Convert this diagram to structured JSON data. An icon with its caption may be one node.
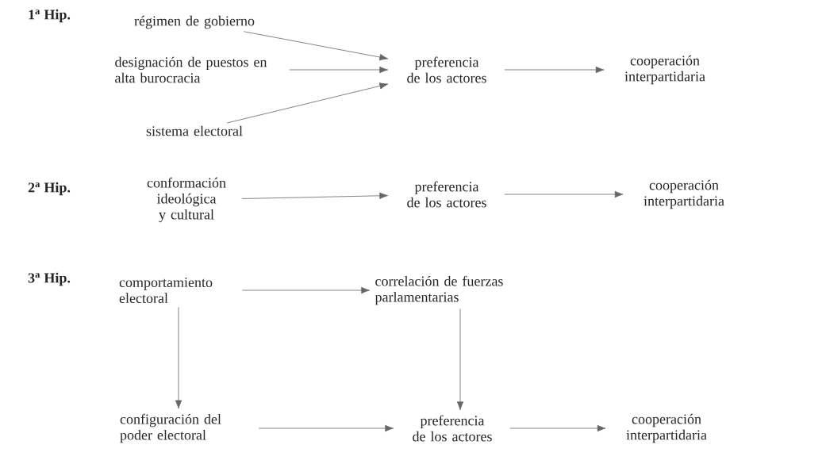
{
  "diagram": {
    "nodes": [
      {
        "text": [
          "régimen de gobierno"
        ]
      },
      {
        "text": [
          "designación de puestos en alta burocracia"
        ]
      },
      {
        "text": [
          "sistema electoral"
        ]
      },
      {
        "text": [
          "preferencia de los actores"
        ]
      },
      {
        "text": [
          "cooperación interpartidaria"
        ]
      },
      {
        "text": [
          "conformación ideológica y cultural"
        ]
      },
      {
        "text": [
          "preferencia de los actores"
        ]
      },
      {
        "text": [
          "cooperación interpartidaria"
        ]
      },
      {
        "text": [
          "comportamiento electoral"
        ]
      },
      {
        "text": [
          "correlación de fuerzas parlamentarias"
        ]
      },
      {
        "text": [
          "configuración del poder electoral"
        ]
      },
      {
        "text": [
          "preferencia de los actores"
        ]
      },
      {
        "text": [
          "cooperación interpartidaria"
        ]
      }
    ],
    "edges": [
      {
        "from": 0,
        "to": 3,
        "arrow": "to"
      },
      {
        "from": 1,
        "to": 3,
        "arrow": "to"
      },
      {
        "from": 2,
        "to": 3,
        "arrow": "to"
      },
      {
        "from": 3,
        "to": 4,
        "arrow": "to"
      },
      {
        "from": 5,
        "to": 6,
        "arrow": "to"
      },
      {
        "from": 6,
        "to": 7,
        "arrow": "to"
      },
      {
        "from": 8,
        "to": 9,
        "arrow": "to"
      },
      {
        "from": 8,
        "to": 10,
        "arrow": "to"
      },
      {
        "from": 9,
        "to": 11,
        "arrow": "to"
      },
      {
        "from": 10,
        "to": 11,
        "arrow": "to"
      },
      {
        "from": 11,
        "to": 12,
        "arrow": "to"
      }
    ],
    "labels": [
      "1$^{a}$ Hip.",
      "2$^{a}$ Hip.",
      "3$^{a}$ Hip."
    ]
  }
}
